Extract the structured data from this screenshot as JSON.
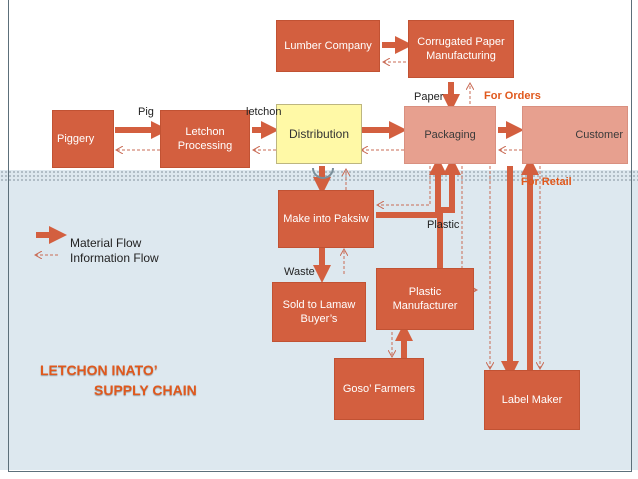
{
  "nodes": {
    "piggery": "Piggery",
    "letchon_processing": "Letchon Processing",
    "distribution": "Distribution",
    "packaging": "Packaging",
    "customer": "Customer",
    "lumber_company": "Lumber Company",
    "corrugated_paper": "Corrugated Paper Manufacturing",
    "make_into_paksiw": "Make into Paksiw",
    "sold_to_lamaw": "Sold to Lamaw Buyer’s",
    "plastic_manufacturer": "Plastic Manufacturer",
    "goso_farmers": "Goso’ Farmers",
    "label_maker": "Label Maker"
  },
  "edge_labels": {
    "pig": "Pig",
    "letchon": "letchon",
    "paper": "Paper",
    "plastic": "Plastic",
    "waste": "Waste",
    "for_orders": "For Orders",
    "for_retail": "For Retail"
  },
  "legend": {
    "material_flow": "Material Flow",
    "information_flow": "Information Flow"
  },
  "title": {
    "line1": "LETCHON INATO’",
    "line2": "SUPPLY CHAIN"
  },
  "colors": {
    "material": "#d35f3f",
    "packaging": "#e7a08f",
    "distribution": "#fff9a6",
    "title": "#e0581c"
  }
}
